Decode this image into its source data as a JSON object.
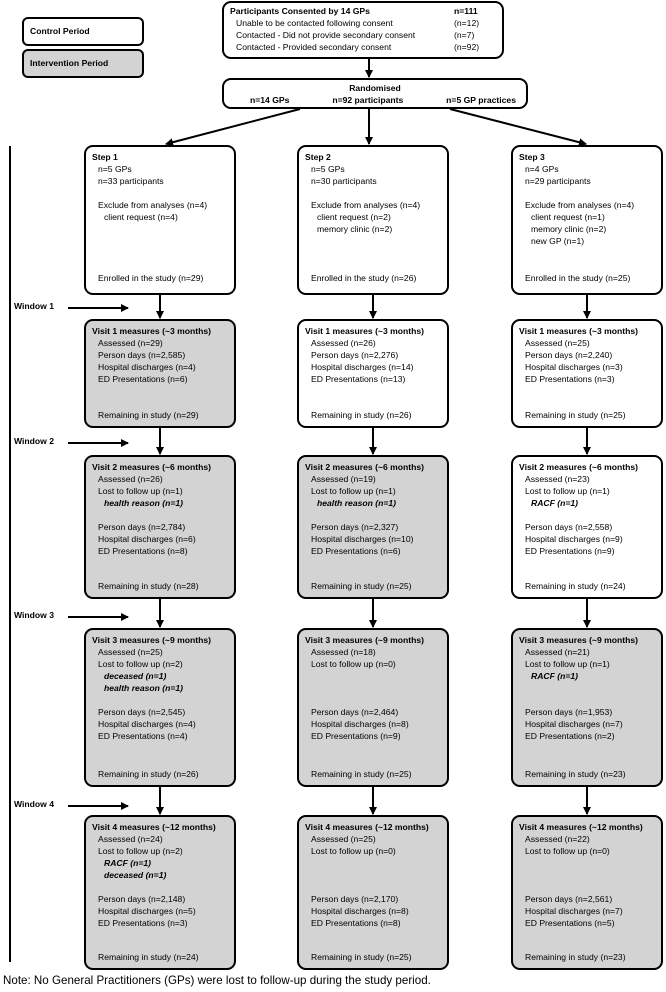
{
  "legend": {
    "control": "Control Period",
    "intervention": "Intervention Period"
  },
  "consent": {
    "title": "Participants Consented by 14 GPs",
    "title_n": "n=111",
    "rows": [
      {
        "label": "Unable to be contacted following consent",
        "n": "(n=12)"
      },
      {
        "label": "Contacted - Did not provide secondary consent",
        "n": "(n=7)"
      },
      {
        "label": "Contacted - Provided secondary consent",
        "n": "(n=92)"
      }
    ]
  },
  "randomised": {
    "title": "Randomised",
    "gps": "n=14 GPs",
    "participants": "n=92 participants",
    "practices": "n=5 GP practices"
  },
  "windows": [
    "Window 1",
    "Window 2",
    "Window 3",
    "Window 4"
  ],
  "steps": [
    {
      "header": {
        "title": "Step 1",
        "gps": "n=5 GPs",
        "participants": "n=33 participants",
        "exclude": "Exclude from analyses (n=4)",
        "reasons": [
          "client request (n=4)"
        ],
        "enrolled": "Enrolled in the study (n=29)"
      },
      "visits": [
        {
          "shaded": true,
          "title": "Visit 1 measures (~3 months)",
          "assessed": "Assessed (n=29)",
          "lost": "",
          "lost_reasons": [],
          "person_days": "Person days (n=2,585)",
          "discharges": "Hospital discharges (n=4)",
          "ed": "ED Presentations (n=6)",
          "remaining": "Remaining in study (n=29)"
        },
        {
          "shaded": true,
          "title": "Visit 2 measures (~6 months)",
          "assessed": "Assessed (n=26)",
          "lost": "Lost to follow up (n=1)",
          "lost_reasons": [
            "health reason (n=1)"
          ],
          "person_days": "Person days (n=2,784)",
          "discharges": "Hospital discharges (n=6)",
          "ed": "ED Presentations (n=8)",
          "remaining": "Remaining in study (n=28)"
        },
        {
          "shaded": true,
          "title": "Visit 3 measures (~9 months)",
          "assessed": "Assessed (n=25)",
          "lost": "Lost to follow up (n=2)",
          "lost_reasons": [
            "deceased (n=1)",
            "health reason (n=1)"
          ],
          "person_days": "Person days (n=2,545)",
          "discharges": "Hospital discharges (n=4)",
          "ed": "ED Presentations (n=4)",
          "remaining": "Remaining in study (n=26)"
        },
        {
          "shaded": true,
          "title": "Visit 4 measures (~12 months)",
          "assessed": "Assessed (n=24)",
          "lost": "Lost to follow up (n=2)",
          "lost_reasons": [
            "RACF (n=1)",
            "deceased (n=1)"
          ],
          "person_days": "Person days (n=2,148)",
          "discharges": "Hospital discharges (n=5)",
          "ed": "ED Presentations (n=3)",
          "remaining": "Remaining in study (n=24)"
        }
      ]
    },
    {
      "header": {
        "title": "Step 2",
        "gps": "n=5 GPs",
        "participants": "n=30 participants",
        "exclude": "Exclude from analyses (n=4)",
        "reasons": [
          "client request (n=2)",
          "memory clinic (n=2)"
        ],
        "enrolled": "Enrolled in the study (n=26)"
      },
      "visits": [
        {
          "shaded": false,
          "title": "Visit 1 measures (~3 months)",
          "assessed": "Assessed (n=26)",
          "lost": "",
          "lost_reasons": [],
          "person_days": "Person days (n=2,276)",
          "discharges": "Hospital discharges (n=14)",
          "ed": "ED Presentations (n=13)",
          "remaining": "Remaining in study (n=26)"
        },
        {
          "shaded": true,
          "title": "Visit 2 measures (~6 months)",
          "assessed": "Assessed (n=19)",
          "lost": "Lost to follow up (n=1)",
          "lost_reasons": [
            "health reason (n=1)"
          ],
          "person_days": "Person days (n=2,327)",
          "discharges": "Hospital discharges (n=10)",
          "ed": "ED Presentations (n=6)",
          "remaining": "Remaining in study (n=25)"
        },
        {
          "shaded": true,
          "title": "Visit 3 measures (~9 months)",
          "assessed": "Assessed (n=18)",
          "lost": "Lost to follow up (n=0)",
          "lost_reasons": [],
          "person_days": "Person days (n=2,464)",
          "discharges": "Hospital discharges (n=8)",
          "ed": "ED Presentations (n=9)",
          "remaining": "Remaining in study (n=25)"
        },
        {
          "shaded": true,
          "title": "Visit 4 measures (~12 months)",
          "assessed": "Assessed (n=25)",
          "lost": "Lost to follow up (n=0)",
          "lost_reasons": [],
          "person_days": "Person days (n=2,170)",
          "discharges": "Hospital discharges (n=8)",
          "ed": "ED Presentations (n=8)",
          "remaining": "Remaining in study (n=25)"
        }
      ]
    },
    {
      "header": {
        "title": "Step 3",
        "gps": "n=4 GPs",
        "participants": "n=29 participants",
        "exclude": "Exclude from analyses (n=4)",
        "reasons": [
          "client request (n=1)",
          "memory clinic (n=2)",
          "new GP (n=1)"
        ],
        "enrolled": "Enrolled in the study (n=25)"
      },
      "visits": [
        {
          "shaded": false,
          "title": "Visit 1 measures (~3 months)",
          "assessed": "Assessed (n=25)",
          "lost": "",
          "lost_reasons": [],
          "person_days": "Person days (n=2,240)",
          "discharges": "Hospital discharges (n=3)",
          "ed": "ED Presentations (n=3)",
          "remaining": "Remaining in study (n=25)"
        },
        {
          "shaded": false,
          "title": "Visit 2 measures (~6 months)",
          "assessed": "Assessed (n=23)",
          "lost": "Lost to follow up (n=1)",
          "lost_reasons": [
            "RACF (n=1)"
          ],
          "person_days": "Person days (n=2,558)",
          "discharges": "Hospital discharges (n=9)",
          "ed": "ED Presentations (n=9)",
          "remaining": "Remaining in study (n=24)"
        },
        {
          "shaded": true,
          "title": "Visit 3 measures (~9 months)",
          "assessed": "Assessed (n=21)",
          "lost": "Lost to follow up (n=1)",
          "lost_reasons": [
            "RACF (n=1)"
          ],
          "person_days": "Person days (n=1,953)",
          "discharges": "Hospital discharges (n=7)",
          "ed": "ED Presentations (n=2)",
          "remaining": "Remaining in study (n=23)"
        },
        {
          "shaded": true,
          "title": "Visit 4 measures (~12 months)",
          "assessed": "Assessed (n=22)",
          "lost": "Lost to follow up (n=0)",
          "lost_reasons": [],
          "person_days": "Person days (n=2,561)",
          "discharges": "Hospital discharges (n=7)",
          "ed": "ED Presentations (n=5)",
          "remaining": "Remaining in study (n=23)"
        }
      ]
    }
  ],
  "note": "Note: No General Practitioners (GPs) were lost to follow-up during the study period."
}
